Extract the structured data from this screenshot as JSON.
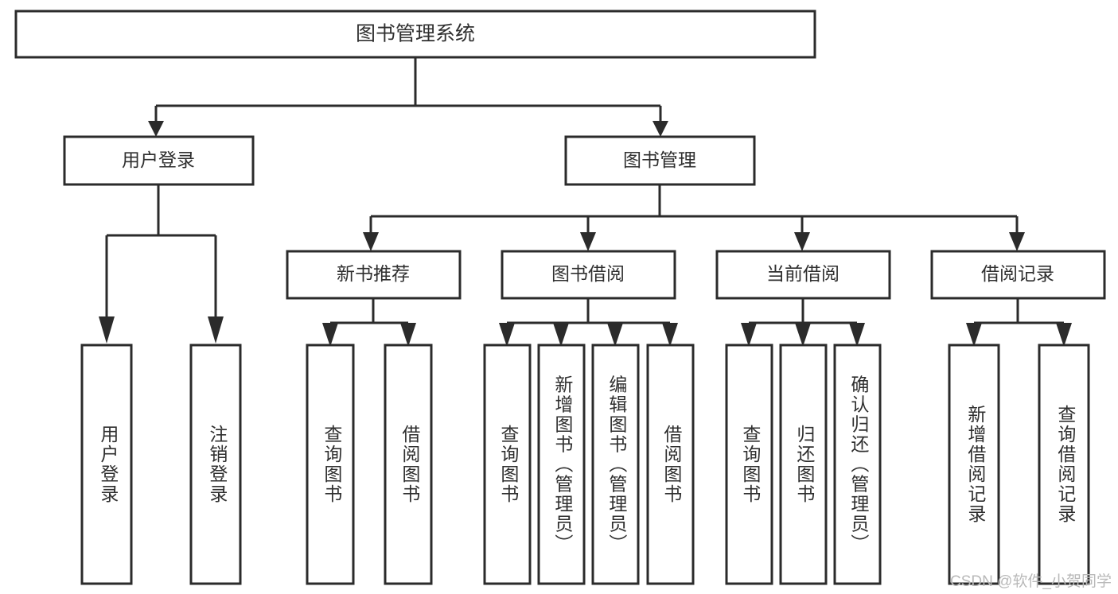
{
  "diagram": {
    "title": "图书管理系统",
    "type": "tree",
    "watermark": "CSDN @软件_小贺同学",
    "colors": {
      "box_fill": "#ffffff",
      "box_stroke": "#2b2b2b",
      "connector": "#2b2b2b",
      "text": "#2f2f2f",
      "watermark": "#b9b9b9",
      "background": "#ffffff"
    },
    "levels": {
      "root": "图书管理系统",
      "level2": [
        "用户登录",
        "图书管理"
      ],
      "level3": [
        "新书推荐",
        "图书借阅",
        "当前借阅",
        "借阅记录"
      ]
    },
    "nodes": {
      "root": {
        "label": "图书管理系统"
      },
      "user_login": {
        "label": "用户登录"
      },
      "book_manage": {
        "label": "图书管理"
      },
      "new_book_rec": {
        "label": "新书推荐"
      },
      "book_borrow": {
        "label": "图书借阅"
      },
      "current_borrow": {
        "label": "当前借阅"
      },
      "borrow_record": {
        "label": "借阅记录"
      },
      "leaf_user_login": {
        "label": "用户登录"
      },
      "leaf_user_logout": {
        "label": "注销登录"
      },
      "leaf_rec_query": {
        "label": "查询图书"
      },
      "leaf_rec_borrow": {
        "label": "借阅图书"
      },
      "leaf_borrow_query": {
        "label": "查询图书"
      },
      "leaf_borrow_add": {
        "label": "新增图书（管理员）"
      },
      "leaf_borrow_edit": {
        "label": "编辑图书（管理员）"
      },
      "leaf_borrow_take": {
        "label": "借阅图书"
      },
      "leaf_current_query": {
        "label": "查询图书"
      },
      "leaf_current_return": {
        "label": "归还图书"
      },
      "leaf_current_confirm": {
        "label": "确认归还（管理员）"
      },
      "leaf_record_add": {
        "label": "新增借阅记录"
      },
      "leaf_record_query": {
        "label": "查询借阅记录"
      }
    },
    "edges": [
      {
        "from": "root",
        "to": "user_login"
      },
      {
        "from": "root",
        "to": "book_manage"
      },
      {
        "from": "user_login",
        "to": "leaf_user_login"
      },
      {
        "from": "user_login",
        "to": "leaf_user_logout"
      },
      {
        "from": "book_manage",
        "to": "new_book_rec"
      },
      {
        "from": "book_manage",
        "to": "book_borrow"
      },
      {
        "from": "book_manage",
        "to": "current_borrow"
      },
      {
        "from": "book_manage",
        "to": "borrow_record"
      },
      {
        "from": "new_book_rec",
        "to": "leaf_rec_query"
      },
      {
        "from": "new_book_rec",
        "to": "leaf_rec_borrow"
      },
      {
        "from": "book_borrow",
        "to": "leaf_borrow_query"
      },
      {
        "from": "book_borrow",
        "to": "leaf_borrow_add"
      },
      {
        "from": "book_borrow",
        "to": "leaf_borrow_edit"
      },
      {
        "from": "book_borrow",
        "to": "leaf_borrow_take"
      },
      {
        "from": "current_borrow",
        "to": "leaf_current_query"
      },
      {
        "from": "current_borrow",
        "to": "leaf_current_return"
      },
      {
        "from": "current_borrow",
        "to": "leaf_current_confirm"
      },
      {
        "from": "borrow_record",
        "to": "leaf_record_add"
      },
      {
        "from": "borrow_record",
        "to": "leaf_record_query"
      }
    ]
  }
}
